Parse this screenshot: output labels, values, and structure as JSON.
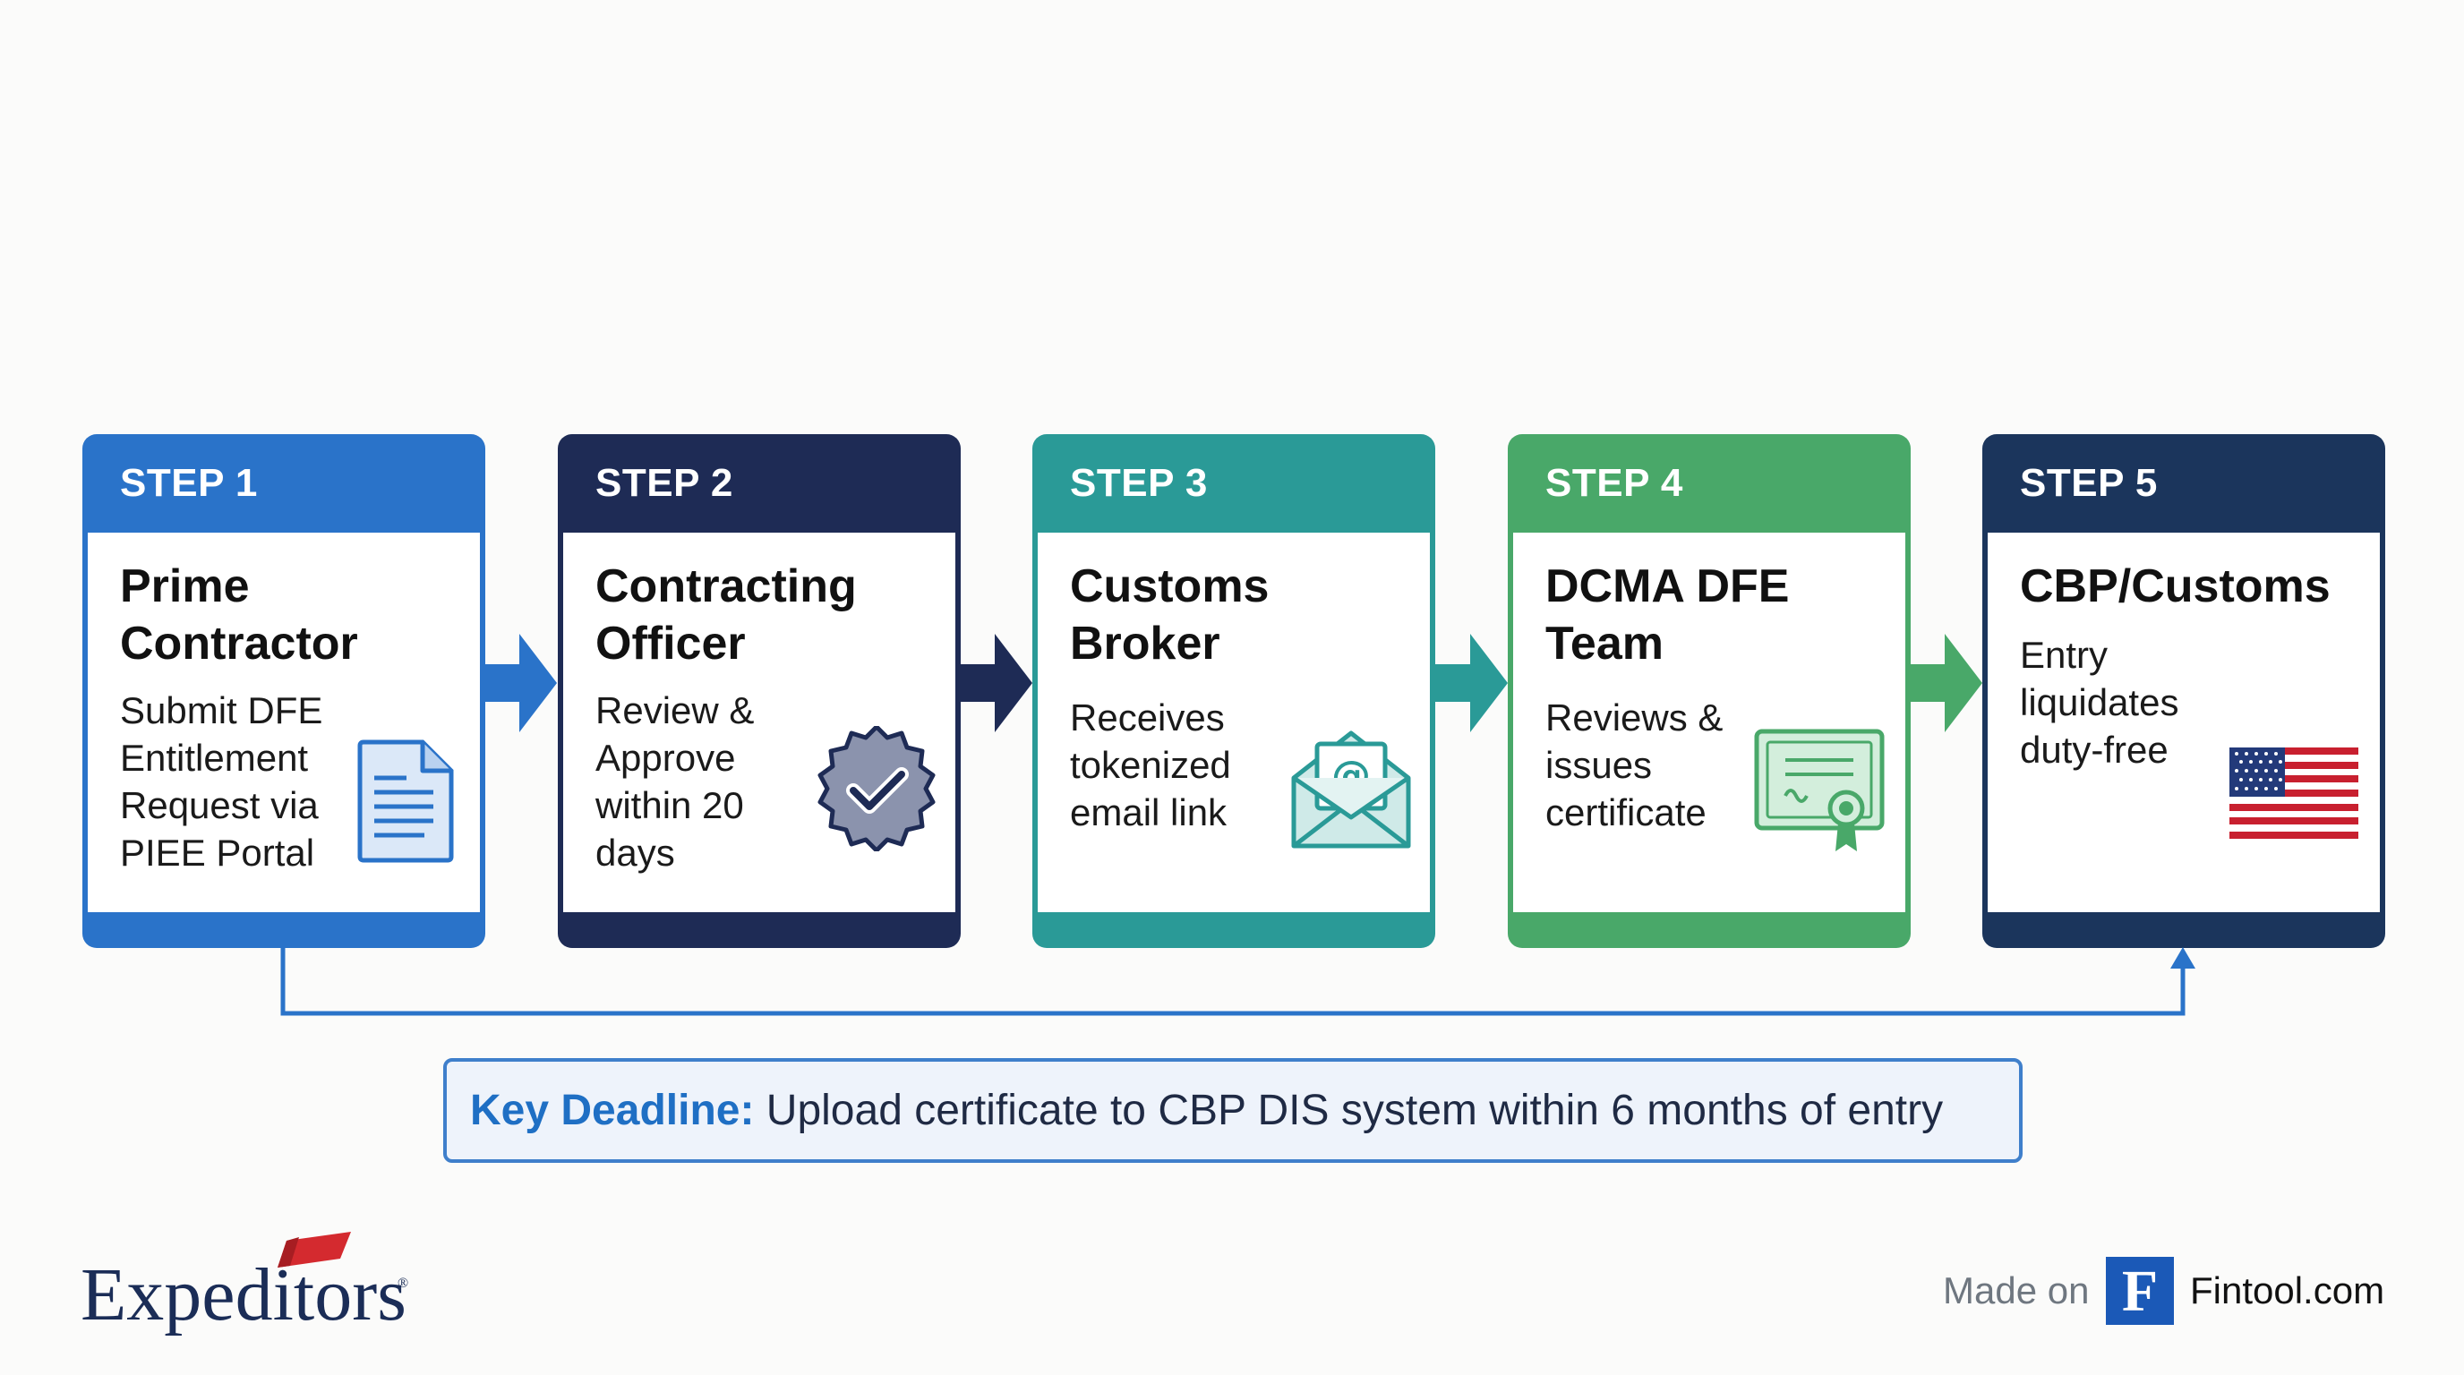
{
  "steps": [
    {
      "step_label": "STEP 1",
      "title": "Prime Contractor",
      "description": "Submit DFE Entitlement Request via PIEE Portal",
      "icon": "document-icon",
      "color": "#2a73c9"
    },
    {
      "step_label": "STEP 2",
      "title": "Contracting Officer",
      "description": "Review & Approve within 20 days",
      "icon": "check-badge-icon",
      "color": "#1e2b55"
    },
    {
      "step_label": "STEP 3",
      "title": "Customs Broker",
      "description": "Receives tokenized email link",
      "icon": "email-icon",
      "color": "#2a9a97"
    },
    {
      "step_label": "STEP 4",
      "title": "DCMA DFE Team",
      "description": "Reviews & issues certificate",
      "icon": "certificate-icon",
      "color": "#49a869"
    },
    {
      "step_label": "STEP 5",
      "title": "CBP/Customs",
      "description": "Entry liquidates duty-free",
      "icon": "us-flag-icon",
      "color": "#1b355c"
    }
  ],
  "deadline": {
    "label": "Key Deadline:",
    "text": "Upload certificate to CBP DIS system within 6 months of entry"
  },
  "branding": {
    "company_logo": "Expeditors",
    "made_on": "Made on",
    "fintool_letter": "F",
    "fintool_name": "Fintool.com"
  }
}
